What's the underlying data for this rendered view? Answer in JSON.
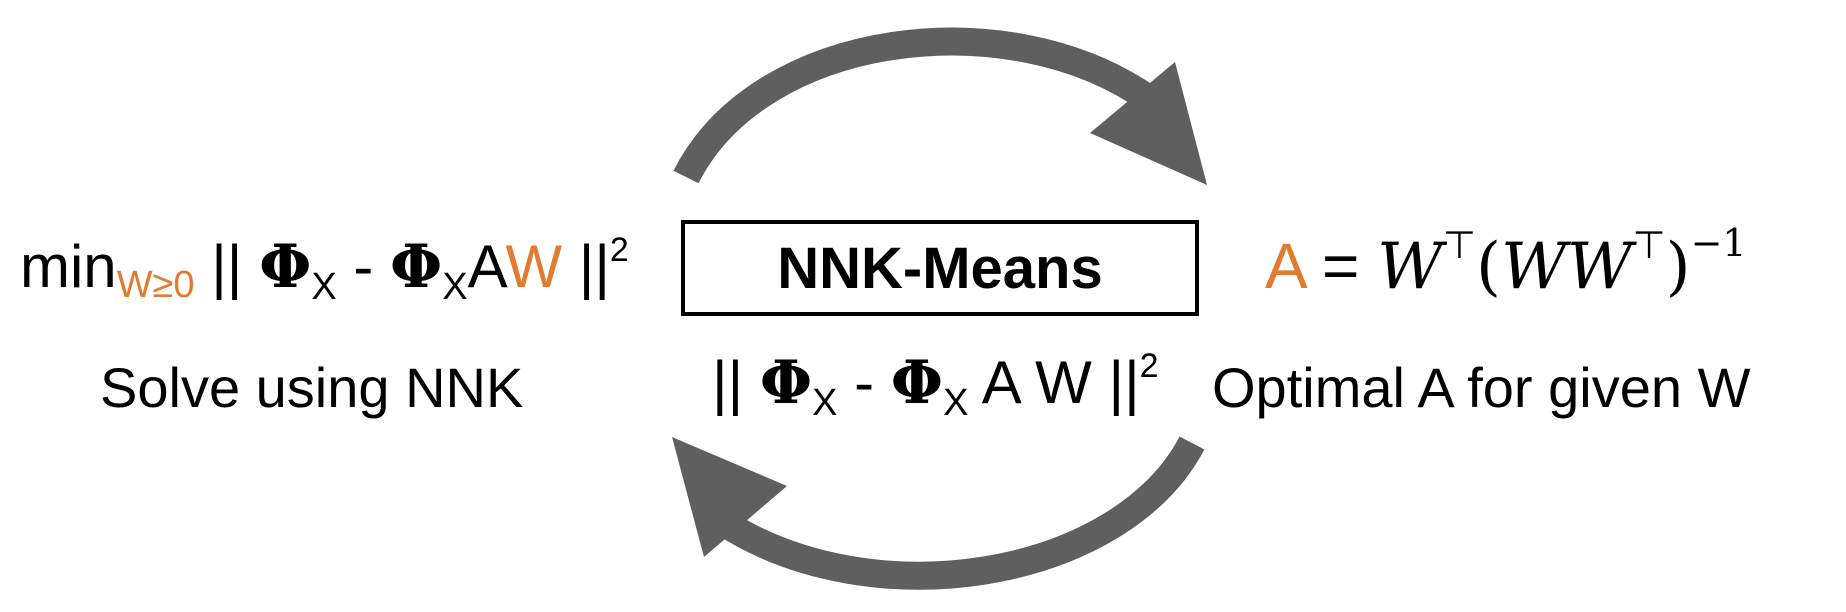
{
  "colors": {
    "arrow": "#5f5f5f",
    "highlight": "#e07b30",
    "text": "#000000",
    "box_border": "#000000"
  },
  "center_box": {
    "label": "NNK-Means"
  },
  "left_objective": {
    "min": "min",
    "constraint": "W≥0",
    "norm_open": "||",
    "phi": "Φ",
    "sub_x": "X",
    "minus": "-",
    "a": "A",
    "w": "W",
    "norm_close": "||",
    "power": "2"
  },
  "middle_objective": {
    "norm_open": "||",
    "phi": "Φ",
    "sub_x": "X",
    "minus": "-",
    "a": "A",
    "w": "W",
    "norm_close": "||",
    "power": "2"
  },
  "right_formula": {
    "a": "A",
    "equals": "=",
    "w": "W",
    "transpose": "⊤",
    "open_paren": "(",
    "ww": "WW",
    "close_paren": ")",
    "inverse": "−1"
  },
  "captions": {
    "left": "Solve using NNK",
    "right": "Optimal A for given W"
  },
  "icons": {
    "top_arrow": "curved-arrow-right-icon",
    "bottom_arrow": "curved-arrow-left-icon"
  }
}
